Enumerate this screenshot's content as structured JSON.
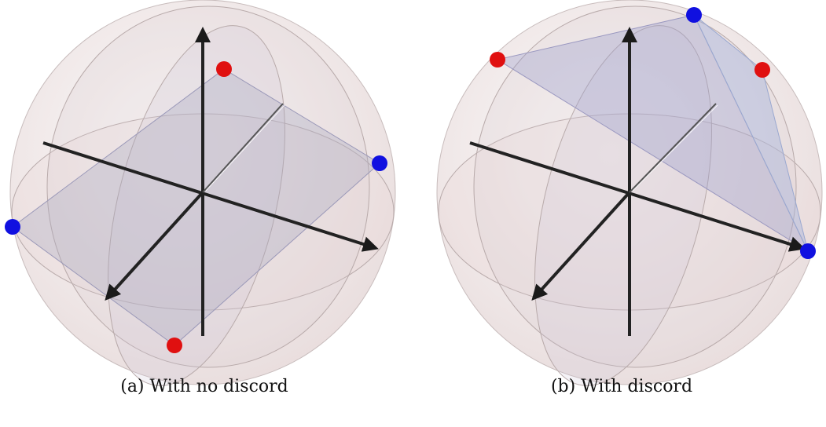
{
  "figures": [
    {
      "id": "a",
      "caption": "(a) With no discord",
      "points": [
        {
          "color": "red",
          "label": ""
        },
        {
          "color": "red",
          "label": ""
        },
        {
          "color": "blue",
          "label": ""
        },
        {
          "color": "blue",
          "label": ""
        }
      ]
    },
    {
      "id": "b",
      "caption": "(b) With discord",
      "points": [
        {
          "color": "red",
          "label": ""
        },
        {
          "color": "red",
          "label": ""
        },
        {
          "color": "blue",
          "label": ""
        },
        {
          "color": "blue",
          "label": ""
        }
      ]
    }
  ],
  "colors": {
    "red_point": "#e01010",
    "blue_point": "#1010e0",
    "sphere_fill": "#e8d8d8",
    "plane_fill": "#b8b8d8",
    "axis": "#222222"
  }
}
